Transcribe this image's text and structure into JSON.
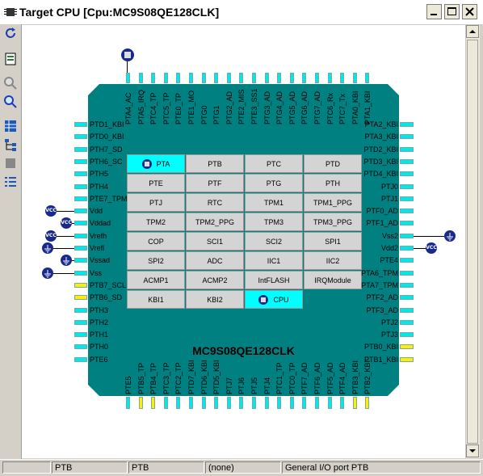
{
  "window": {
    "title": "Target CPU [Cpu:MC9S08QE128CLK]"
  },
  "colors": {
    "chip": "#008080",
    "pin": "#00e8e8",
    "pin_highlight": "#ffee00",
    "cell": "#d4d4d4",
    "cell_selected": "#00ffff"
  },
  "toolbar": {
    "items": [
      "refresh-icon",
      "properties-icon",
      "zoom-out-icon",
      "zoom-in-icon",
      "table-view-icon",
      "tree-view-icon",
      "stop-icon",
      "list-view-icon"
    ]
  },
  "chip": {
    "name": "MC9S08QE128CLK"
  },
  "top_chip_icon": "chip-icon",
  "pins": {
    "top": [
      {
        "label": "PTA4_AC",
        "hl": false
      },
      {
        "label": "PTA5_IRQ",
        "hl": false
      },
      {
        "label": "PTC4_TP",
        "hl": false
      },
      {
        "label": "PTC5_TP",
        "hl": false
      },
      {
        "label": "PTE0_TP",
        "hl": false
      },
      {
        "label": "PTE1_MO",
        "hl": false
      },
      {
        "label": "PTG0",
        "hl": false
      },
      {
        "label": "PTG1",
        "hl": false
      },
      {
        "label": "PTG2_AD",
        "hl": false
      },
      {
        "label": "PTE2_MIS",
        "hl": false
      },
      {
        "label": "PTE3_SS1",
        "hl": false
      },
      {
        "label": "PTG3_AD",
        "hl": false
      },
      {
        "label": "PTG4_AD",
        "hl": false
      },
      {
        "label": "PTG5_AD",
        "hl": false
      },
      {
        "label": "PTG6_AD",
        "hl": false
      },
      {
        "label": "PTG7_AD",
        "hl": false
      },
      {
        "label": "PTC6_Rx",
        "hl": false
      },
      {
        "label": "PTC7_Tx",
        "hl": false
      },
      {
        "label": "PTA0_KBI",
        "hl": false
      },
      {
        "label": "PTA1_KBI",
        "hl": false
      }
    ],
    "bottom": [
      {
        "label": "PTE5",
        "hl": false
      },
      {
        "label": "PTB5_TP",
        "hl": true
      },
      {
        "label": "PTB4_TP",
        "hl": true
      },
      {
        "label": "PTC3_TP",
        "hl": false
      },
      {
        "label": "PTC2_TP",
        "hl": false
      },
      {
        "label": "PTD7_KBI",
        "hl": false
      },
      {
        "label": "PTD6_KBI",
        "hl": false
      },
      {
        "label": "PTD5_KBI",
        "hl": false
      },
      {
        "label": "PTJ7",
        "hl": false
      },
      {
        "label": "PTJ6",
        "hl": false
      },
      {
        "label": "PTJ5",
        "hl": false
      },
      {
        "label": "PTJ4",
        "hl": false
      },
      {
        "label": "PTC1_TP",
        "hl": false
      },
      {
        "label": "PTC0_TP",
        "hl": false
      },
      {
        "label": "PTF7_AD",
        "hl": false
      },
      {
        "label": "PTF6_AD",
        "hl": false
      },
      {
        "label": "PTF5_AD",
        "hl": false
      },
      {
        "label": "PTF4_AD",
        "hl": false
      },
      {
        "label": "PTB3_KBI",
        "hl": true
      },
      {
        "label": "PTB2_KBI",
        "hl": true
      }
    ],
    "left": [
      {
        "label": "PTD1_KBI",
        "hl": false,
        "conn": null
      },
      {
        "label": "PTD0_KBI",
        "hl": false,
        "conn": null
      },
      {
        "label": "PTH7_SD",
        "hl": false,
        "conn": null
      },
      {
        "label": "PTH6_SC",
        "hl": false,
        "conn": null
      },
      {
        "label": "PTH5",
        "hl": false,
        "conn": null
      },
      {
        "label": "PTH4",
        "hl": false,
        "conn": null
      },
      {
        "label": "PTE7_TPM",
        "hl": false,
        "conn": null
      },
      {
        "label": "Vdd",
        "hl": false,
        "conn": "vcc"
      },
      {
        "label": "Vddad",
        "hl": false,
        "conn": "vcc"
      },
      {
        "label": "Vrefh",
        "hl": false,
        "conn": "vcc"
      },
      {
        "label": "Vrefl",
        "hl": false,
        "conn": "gnd"
      },
      {
        "label": "Vssad",
        "hl": false,
        "conn": "gnd"
      },
      {
        "label": "Vss",
        "hl": false,
        "conn": "gnd"
      },
      {
        "label": "PTB7_SCL",
        "hl": true,
        "conn": null
      },
      {
        "label": "PTB6_SD",
        "hl": true,
        "conn": null
      },
      {
        "label": "PTH3",
        "hl": false,
        "conn": null
      },
      {
        "label": "PTH2",
        "hl": false,
        "conn": null
      },
      {
        "label": "PTH1",
        "hl": false,
        "conn": null
      },
      {
        "label": "PTH0",
        "hl": false,
        "conn": null
      },
      {
        "label": "PTE6",
        "hl": false,
        "conn": null
      }
    ],
    "right": [
      {
        "label": "PTA2_KBI",
        "hl": false,
        "conn": null
      },
      {
        "label": "PTA3_KBI",
        "hl": false,
        "conn": null
      },
      {
        "label": "PTD2_KBI",
        "hl": false,
        "conn": null
      },
      {
        "label": "PTD3_KBI",
        "hl": false,
        "conn": null
      },
      {
        "label": "PTD4_KBI",
        "hl": false,
        "conn": null
      },
      {
        "label": "PTJ0",
        "hl": false,
        "conn": null
      },
      {
        "label": "PTJ1",
        "hl": false,
        "conn": null
      },
      {
        "label": "PTF0_AD",
        "hl": false,
        "conn": null
      },
      {
        "label": "PTF1_AD",
        "hl": false,
        "conn": null
      },
      {
        "label": "Vss2",
        "hl": false,
        "conn": "gnd"
      },
      {
        "label": "Vdd2",
        "hl": false,
        "conn": "vcc"
      },
      {
        "label": "PTE4",
        "hl": false,
        "conn": null
      },
      {
        "label": "PTA6_TPM",
        "hl": false,
        "conn": null
      },
      {
        "label": "PTA7_TPM",
        "hl": false,
        "conn": null
      },
      {
        "label": "PTF2_AD",
        "hl": false,
        "conn": null
      },
      {
        "label": "PTF3_AD",
        "hl": false,
        "conn": null
      },
      {
        "label": "PTJ2",
        "hl": false,
        "conn": null
      },
      {
        "label": "PTJ3",
        "hl": false,
        "conn": null
      },
      {
        "label": "PTB0_KBI",
        "hl": true,
        "conn": null
      },
      {
        "label": "PTB1_KBI",
        "hl": true,
        "conn": null
      }
    ]
  },
  "power_label": "VCC",
  "modules": [
    {
      "label": "PTA",
      "selected": true,
      "icon": "chip-icon"
    },
    {
      "label": "PTB"
    },
    {
      "label": "PTC"
    },
    {
      "label": "PTD"
    },
    {
      "label": "PTE"
    },
    {
      "label": "PTF"
    },
    {
      "label": "PTG"
    },
    {
      "label": "PTH"
    },
    {
      "label": "PTJ"
    },
    {
      "label": "RTC"
    },
    {
      "label": "TPM1"
    },
    {
      "label": "TPM1_PPG"
    },
    {
      "label": "TPM2"
    },
    {
      "label": "TPM2_PPG"
    },
    {
      "label": "TPM3"
    },
    {
      "label": "TPM3_PPG"
    },
    {
      "label": "COP"
    },
    {
      "label": "SCI1"
    },
    {
      "label": "SCI2"
    },
    {
      "label": "SPI1"
    },
    {
      "label": "SPI2"
    },
    {
      "label": "ADC"
    },
    {
      "label": "IIC1"
    },
    {
      "label": "IIC2"
    },
    {
      "label": "ACMP1"
    },
    {
      "label": "ACMP2"
    },
    {
      "label": "IntFLASH"
    },
    {
      "label": "IRQModule"
    },
    {
      "label": "KBI1"
    },
    {
      "label": "KBI2"
    },
    {
      "label": "CPU",
      "selected": true,
      "icon": "chip-icon"
    },
    {
      "label": "",
      "empty": true
    }
  ],
  "status": {
    "cells": [
      "",
      "PTB",
      "PTB",
      "(none)",
      "General I/O port PTB"
    ]
  }
}
